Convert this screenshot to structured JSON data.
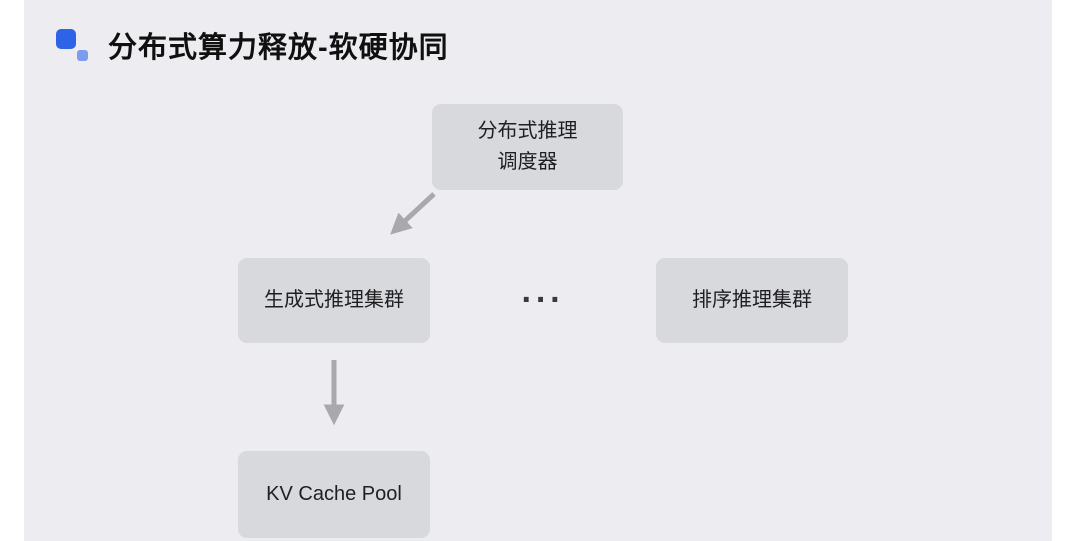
{
  "title": "分布式算力释放-软硬协同",
  "diagram": {
    "scheduler": {
      "line1": "分布式推理",
      "line2": "调度器"
    },
    "gen_cluster": {
      "label": "生成式推理集群"
    },
    "ellipsis": "···",
    "rank_cluster": {
      "label": "排序推理集群"
    },
    "kv_cache": {
      "label": "KV Cache Pool"
    }
  },
  "colors": {
    "logo_dark_blue": "#2e63e7",
    "logo_light_blue": "#7d9bef",
    "slide_background": "#ededf1",
    "box_background": "#d8d9dd",
    "arrow_gray": "#a8a9ad",
    "title_text": "#101010",
    "node_text": "#1f1f21"
  }
}
